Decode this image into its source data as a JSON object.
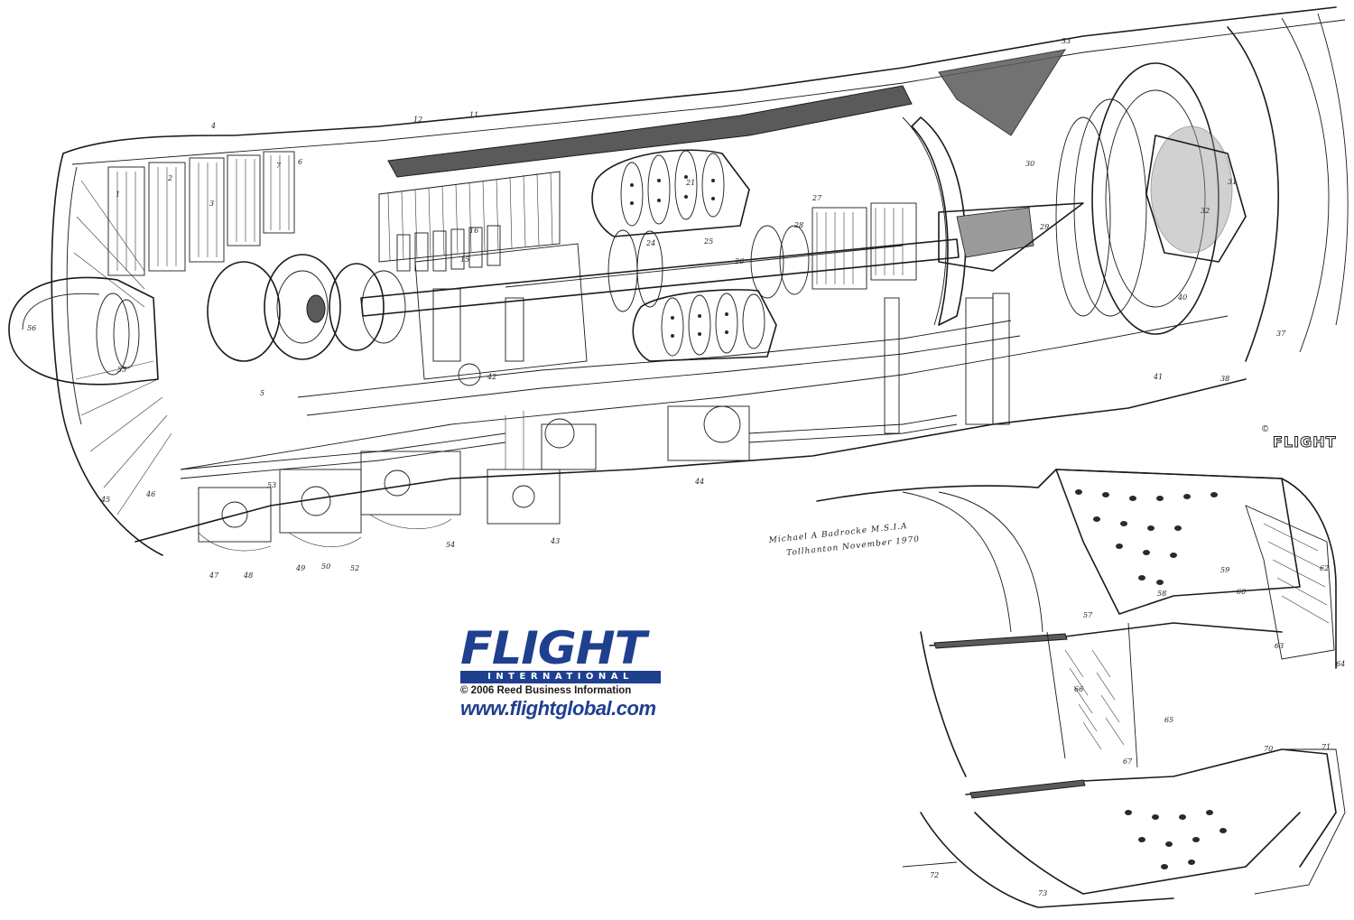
{
  "logo": {
    "wordmark": "FLIGHT",
    "subtitle": "INTERNATIONAL",
    "copyright": "© 2006 Reed Business Information",
    "url": "www.flightglobal.com",
    "color": "#1f3f8f"
  },
  "corner_logo": {
    "symbol": "©",
    "wordmark": "FLIGHT"
  },
  "signature": {
    "line1": "Michael A Badrocke M.S.I.A",
    "line2": "Tollhanton November 1970"
  },
  "callouts": [
    "1",
    "2",
    "3",
    "4",
    "5",
    "6",
    "7",
    "11",
    "12",
    "15",
    "16",
    "21",
    "24",
    "25",
    "26",
    "27",
    "28",
    "29",
    "30",
    "31",
    "32",
    "33",
    "37",
    "38",
    "40",
    "41",
    "42",
    "43",
    "44",
    "45",
    "46",
    "47",
    "48",
    "49",
    "50",
    "52",
    "53",
    "54",
    "55",
    "56",
    "57",
    "58",
    "59",
    "60",
    "62",
    "63",
    "64",
    "65",
    "66",
    "67",
    "70",
    "71",
    "72",
    "73"
  ]
}
